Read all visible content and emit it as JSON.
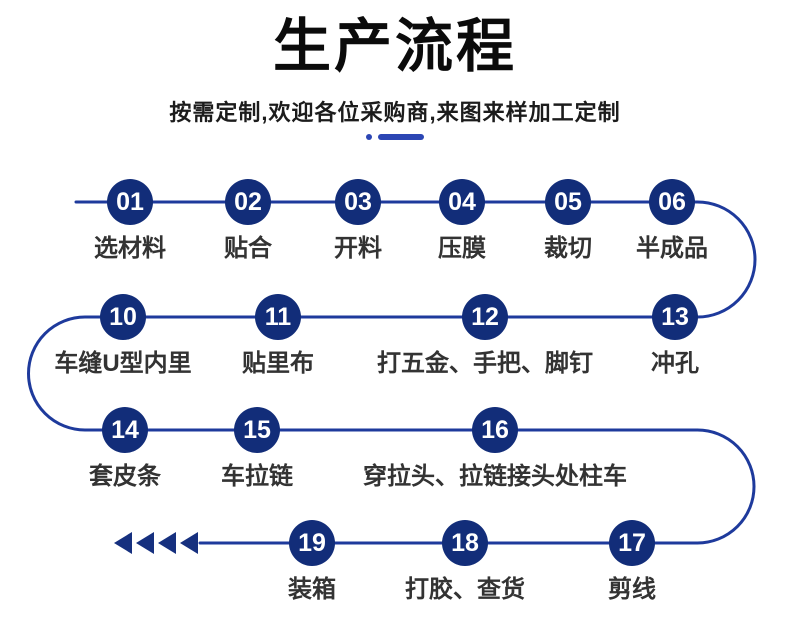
{
  "header": {
    "title": "生产流程",
    "subtitle": "按需定制,欢迎各位采购商,来图来样加工定制"
  },
  "colors": {
    "circle_fill": "#122d79",
    "number_text": "#ffffff",
    "connector_line": "#1e3a9c",
    "arrow": "#16307f",
    "label_text": "#333333",
    "title_text": "#0b0b0b",
    "divider_accent": "#2c46b4"
  },
  "flow": {
    "direction_note": "serpentine: row1 left-to-right, row2 right-to-left, row3 left-to-right, row4 right-to-left ending in arrows",
    "steps": [
      {
        "num": "01",
        "label": "选材料"
      },
      {
        "num": "02",
        "label": "贴合"
      },
      {
        "num": "03",
        "label": "开料"
      },
      {
        "num": "04",
        "label": "压膜"
      },
      {
        "num": "05",
        "label": "裁切"
      },
      {
        "num": "06",
        "label": "半成品"
      },
      {
        "num": "10",
        "label": "车缝U型内里"
      },
      {
        "num": "11",
        "label": "贴里布"
      },
      {
        "num": "12",
        "label": "打五金、手把、脚钉"
      },
      {
        "num": "13",
        "label": "冲孔"
      },
      {
        "num": "14",
        "label": "套皮条"
      },
      {
        "num": "15",
        "label": "车拉链"
      },
      {
        "num": "16",
        "label": "穿拉头、拉链接头处柱车"
      },
      {
        "num": "17",
        "label": "剪线"
      },
      {
        "num": "18",
        "label": "打胶、查货"
      },
      {
        "num": "19",
        "label": "装箱"
      }
    ]
  }
}
